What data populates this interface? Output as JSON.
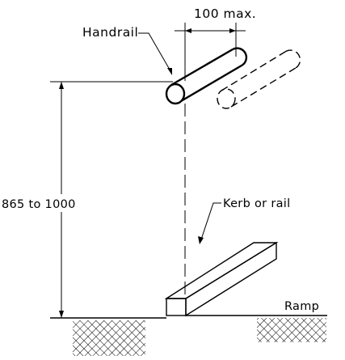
{
  "labels": {
    "handrail": "Handrail",
    "max_projection": "100 max.",
    "height_range": "865 to 1000",
    "kerb": "Kerb or rail",
    "ramp": "Ramp"
  }
}
